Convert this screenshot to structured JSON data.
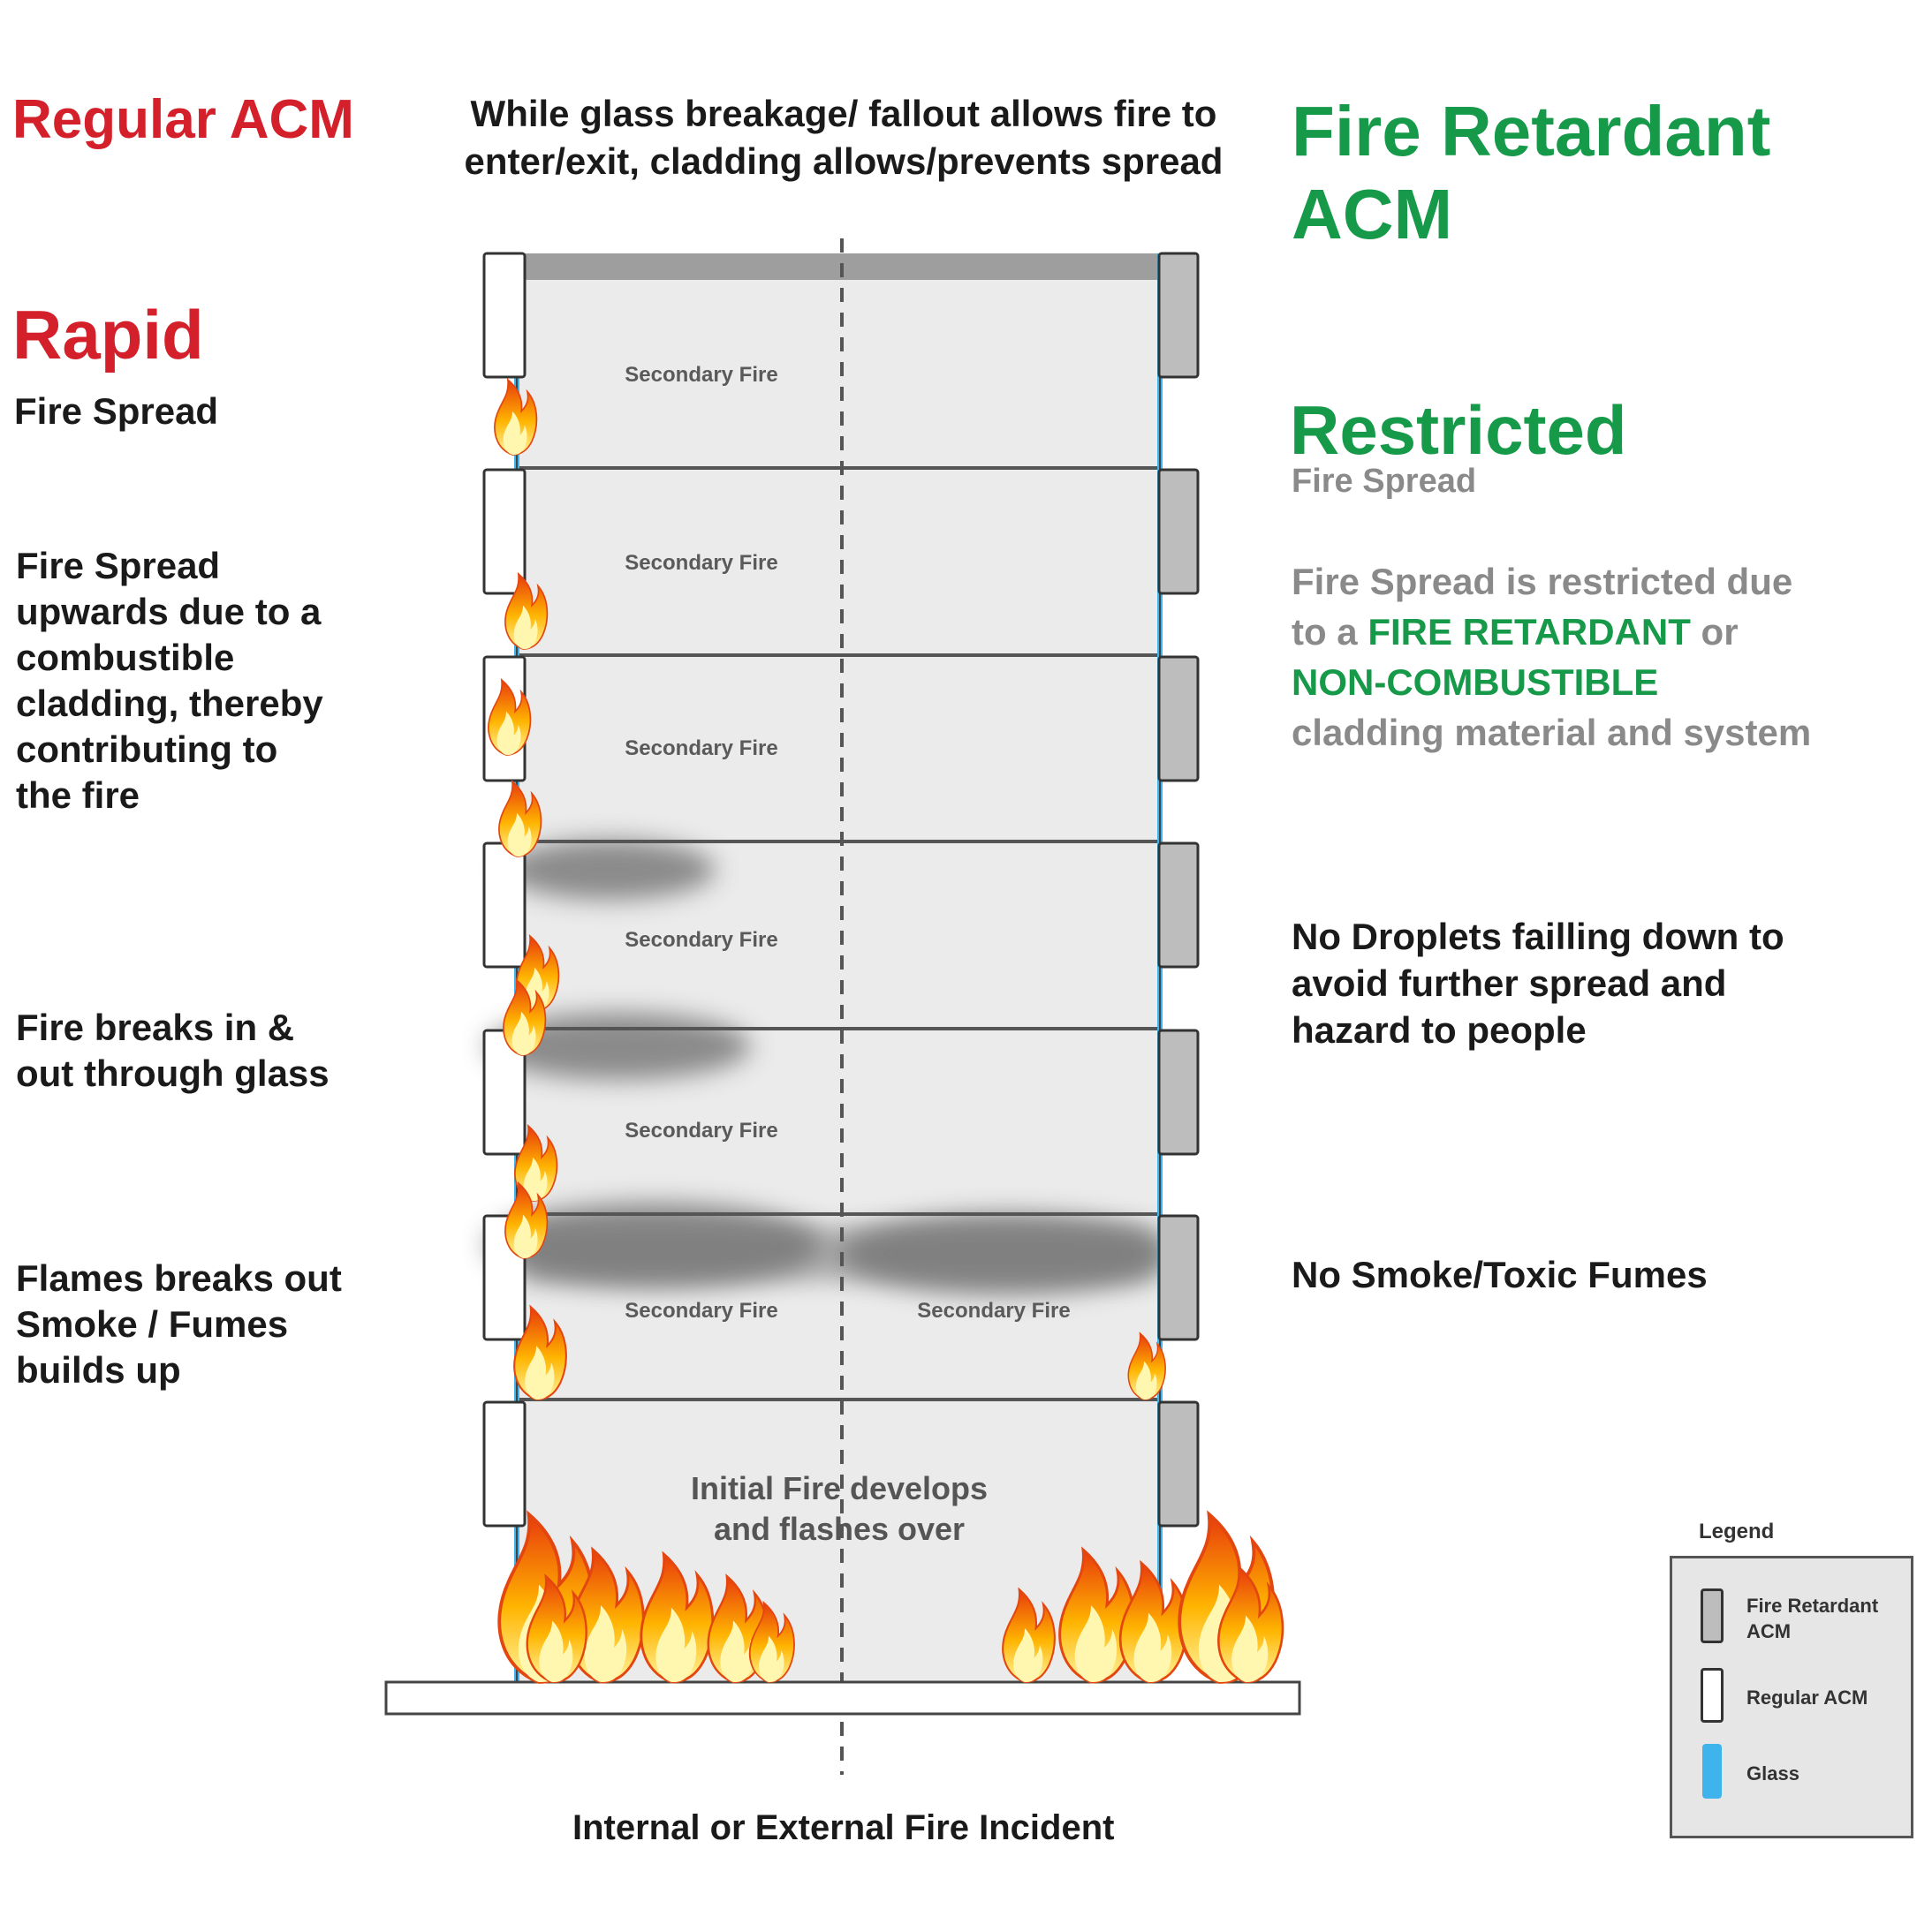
{
  "header": {
    "left_title": "Regular ACM",
    "subtitle": "While glass breakage/ fallout allows fire to enter/exit, cladding allows/prevents spread",
    "right_title": "Fire Retardant ACM"
  },
  "left": {
    "heading": "Rapid",
    "subheading": "Fire Spread",
    "note_1": "Fire Spread\nupwards due to a\ncombustible\ncladding, thereby\ncontributing to\nthe fire",
    "note_2": "Fire breaks in &\nout through glass",
    "note_3": "Flames breaks out\nSmoke / Fumes\nbuilds up"
  },
  "right": {
    "heading": "Restricted",
    "subheading": "Fire Spread",
    "note_1_part_1": "Fire Spread is restricted due",
    "note_1_part_2": "to a ",
    "note_1_highlight_1": "FIRE RETARDANT",
    "note_1_part_3": " or",
    "note_1_highlight_2": "NON-COMBUSTIBLE",
    "note_1_part_4": "cladding material and system",
    "note_2": "No Droplets failling down to\navoid further spread and\nhazard to people",
    "note_3": "No Smoke/Toxic Fumes"
  },
  "diagram": {
    "floor_label": "Secondary Fire",
    "initial_fire_line_1": "Initial Fire develops",
    "initial_fire_line_2": "and flashes over",
    "bottom_caption": "Internal or External Fire Incident"
  },
  "legend": {
    "title": "Legend",
    "items": [
      {
        "label": "Fire Retardant\nACM",
        "color": "#bdbdbd"
      },
      {
        "label": "Regular ACM",
        "color": "#ffffff"
      },
      {
        "label": "Glass",
        "color": "#3fb4ec"
      }
    ]
  },
  "colors": {
    "regular_acm_red": "#d4202a",
    "fire_retardant_green": "#169a4a",
    "glass_blue": "#3fb4ec",
    "building_fill": "#ebebeb"
  }
}
